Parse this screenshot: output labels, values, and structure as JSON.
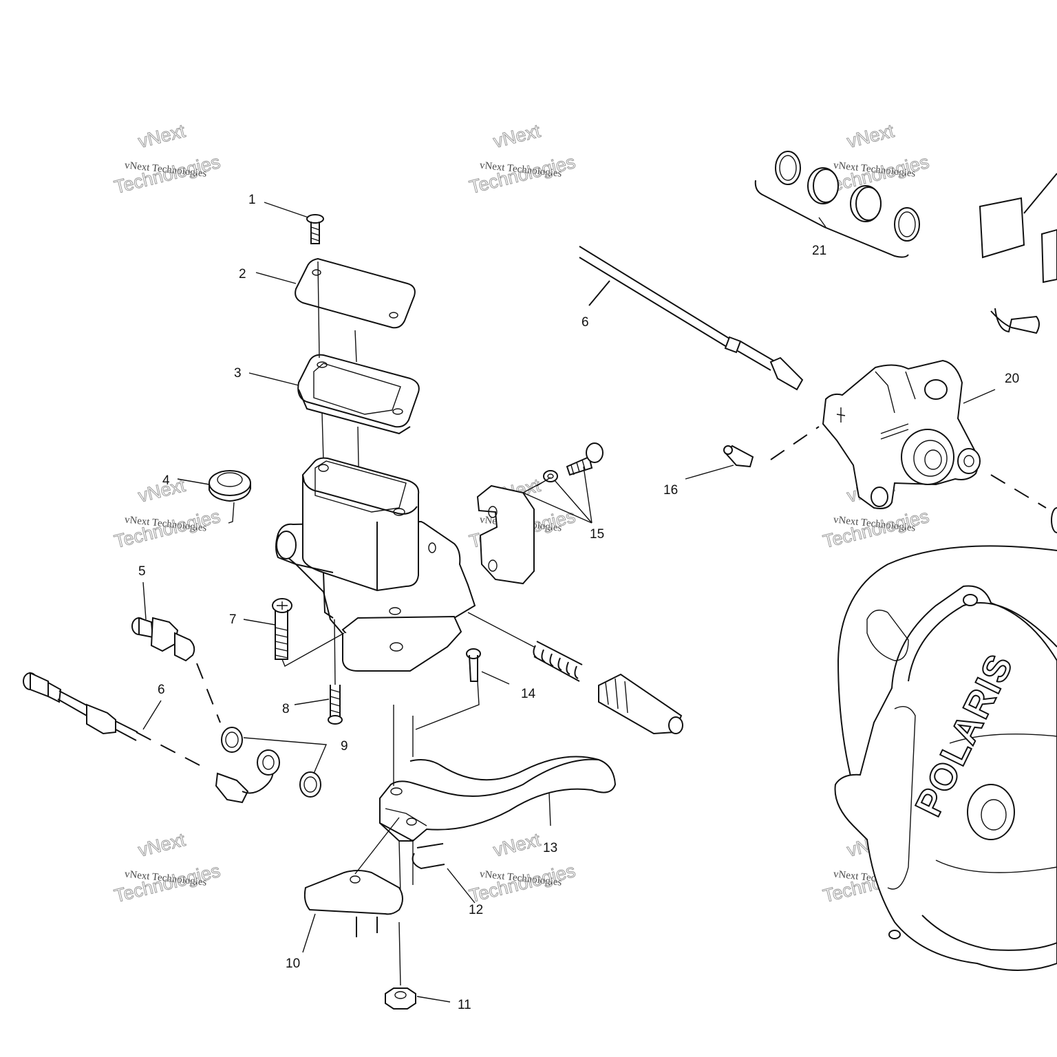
{
  "diagram": {
    "brand_logo": "POLARIS",
    "watermark": {
      "line1": "vNext Technologies",
      "line2_top": "vNext",
      "line2_bottom": "Technologies"
    },
    "callouts": [
      "1",
      "2",
      "3",
      "4",
      "5",
      "6",
      "7",
      "8",
      "9",
      "10",
      "11",
      "12",
      "13",
      "14",
      "15",
      "16",
      "20",
      "21"
    ]
  }
}
